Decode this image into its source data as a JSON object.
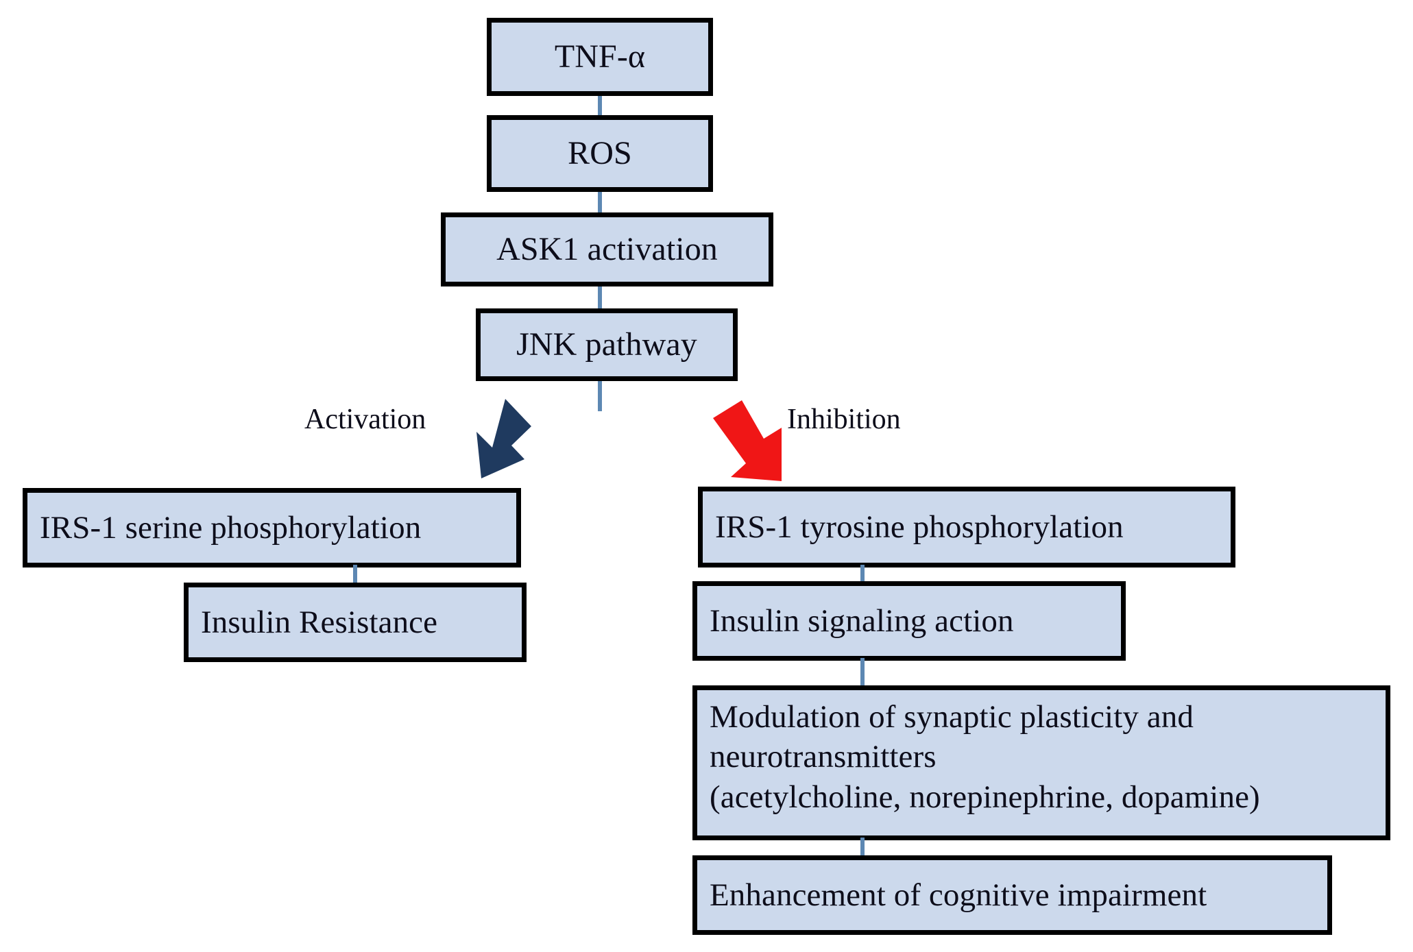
{
  "diagram": {
    "title": "TNF-alpha / JNK signaling pathway flowchart",
    "colors": {
      "node_fill": "#ccd9ec",
      "node_border": "#000000",
      "connector": "#5d88b3",
      "activation_arrow": "#1f3a5f",
      "inhibition_arrow": "#f01616",
      "text": "#0d0d1a",
      "background": "#ffffff"
    },
    "nodes": {
      "tnf_alpha": "TNF-α",
      "ros": "ROS",
      "ask1": "ASK1 activation",
      "jnk": "JNK pathway",
      "irs1_serine": "IRS-1 serine phosphorylation",
      "insulin_resistance": "Insulin Resistance",
      "irs1_tyrosine": "IRS-1 tyrosine phosphorylation",
      "insulin_signaling": "Insulin signaling action",
      "modulation": "Modulation of synaptic plasticity and\nneurotransmitters\n(acetylcholine, norepinephrine, dopamine)",
      "cognitive": "Enhancement of cognitive impairment"
    },
    "edge_labels": {
      "activation": "Activation",
      "inhibition": "Inhibition"
    }
  }
}
